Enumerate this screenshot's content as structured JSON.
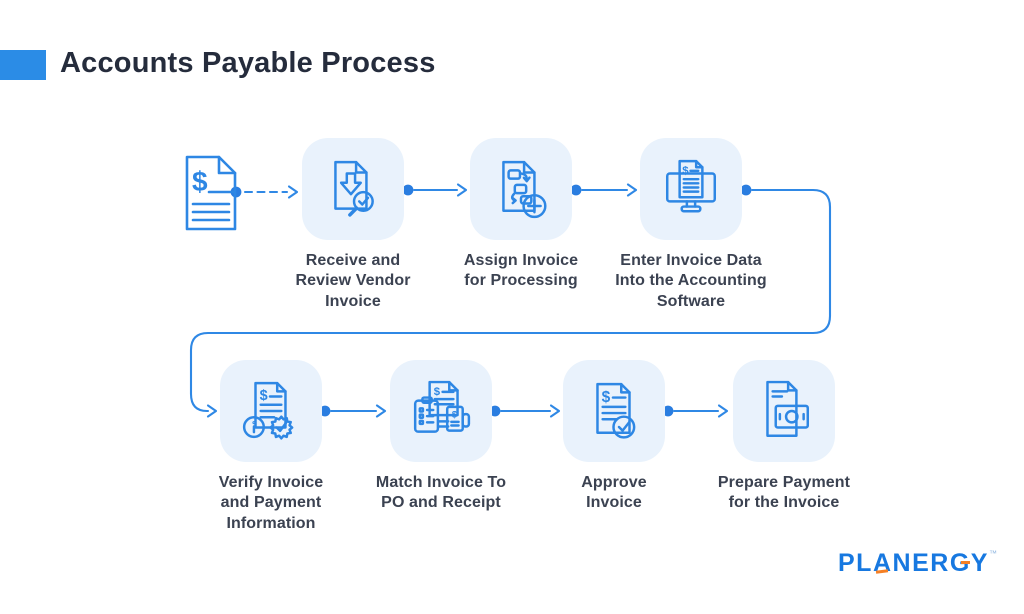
{
  "header": {
    "title": "Accounts Payable Process",
    "accent_color": "#2b8ce6"
  },
  "diagram": {
    "source": {
      "icon": "vendor-invoice-document-icon"
    },
    "steps": [
      {
        "id": "receive",
        "label": "Receive and\nReview Vendor\nInvoice",
        "icon": "receive-review-invoice-icon"
      },
      {
        "id": "assign",
        "label": "Assign Invoice\nfor Processing",
        "icon": "assign-invoice-icon"
      },
      {
        "id": "enter",
        "label": "Enter Invoice Data\nInto the Accounting\nSoftware",
        "icon": "enter-invoice-data-icon"
      },
      {
        "id": "verify",
        "label": "Verify Invoice\nand Payment\nInformation",
        "icon": "verify-invoice-icon"
      },
      {
        "id": "match",
        "label": "Match Invoice To\nPO and Receipt",
        "icon": "match-invoice-po-receipt-icon"
      },
      {
        "id": "approve",
        "label": "Approve\nInvoice",
        "icon": "approve-invoice-icon"
      },
      {
        "id": "prepare",
        "label": "Prepare Payment\nfor the Invoice",
        "icon": "prepare-payment-icon"
      }
    ],
    "colors": {
      "box_background": "#e9f2fc",
      "icon_stroke": "#2e87e4",
      "connector": "#2f88e5",
      "label_text": "#3b4251",
      "title_text": "#252c3c"
    }
  },
  "footer": {
    "logo": {
      "part1": "PL",
      "letter_a": "A",
      "part2": "NER",
      "letter_g": "G",
      "part3": "Y",
      "trademark": "™"
    },
    "logo_colors": {
      "blue": "#1778e0",
      "orange": "#f58025"
    }
  }
}
